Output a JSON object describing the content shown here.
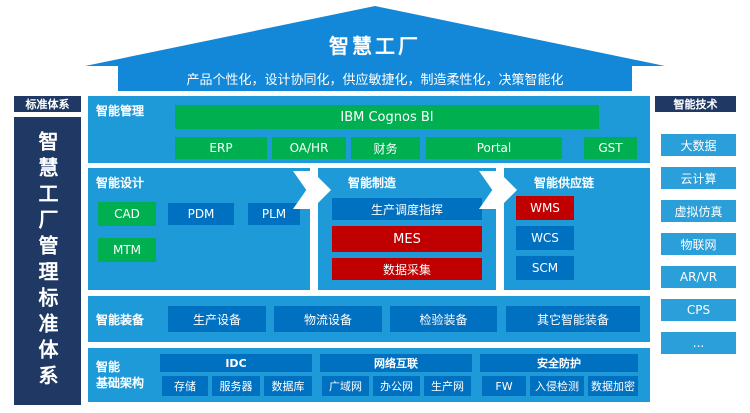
{
  "roof": {
    "title": "智慧工厂",
    "slogan": "产品个性化，设计协同化，供应敏捷化，制造柔性化，决策智能化"
  },
  "left": {
    "header": "标准体系",
    "vertical_text": "智慧工厂管理标准体系"
  },
  "right": {
    "header": "智能技术",
    "items": [
      "大数据",
      "云计算",
      "虚拟仿真",
      "物联网",
      "AR/VR",
      "CPS",
      "..."
    ]
  },
  "management": {
    "label": "智能管理",
    "top_item": "IBM Cognos BI",
    "items": [
      "ERP",
      "OA/HR",
      "财务",
      "Portal",
      "GST"
    ]
  },
  "design": {
    "label": "智能设计",
    "items": [
      {
        "label": "CAD",
        "color": "green"
      },
      {
        "label": "PDM",
        "color": "blue"
      },
      {
        "label": "PLM",
        "color": "blue"
      },
      {
        "label": "MTM",
        "color": "green"
      }
    ]
  },
  "manufacturing": {
    "label": "智能制造",
    "items": [
      {
        "label": "生产调度指挥",
        "color": "blue"
      },
      {
        "label": "MES",
        "color": "red"
      },
      {
        "label": "数据采集",
        "color": "red"
      }
    ]
  },
  "supply": {
    "label": "智能供应链",
    "items": [
      {
        "label": "WMS",
        "color": "red"
      },
      {
        "label": "WCS",
        "color": "blue"
      },
      {
        "label": "SCM",
        "color": "blue"
      }
    ]
  },
  "equipment": {
    "label": "智能装备",
    "items": [
      "生产设备",
      "物流设备",
      "检验装备",
      "其它智能装备"
    ]
  },
  "infrastructure": {
    "label_line1": "智能",
    "label_line2": "基础架构",
    "groups": [
      {
        "header": "IDC",
        "items": [
          "存储",
          "服务器",
          "数据库"
        ]
      },
      {
        "header": "网络互联",
        "items": [
          "广域网",
          "办公网",
          "生产网"
        ]
      },
      {
        "header": "安全防护",
        "items": [
          "FW",
          "入侵检测",
          "数据加密"
        ]
      }
    ]
  },
  "colors": {
    "roof_blue": "#1387d8",
    "panel_blue": "#1e9ad8",
    "navy": "#1f3864",
    "green": "#00b050",
    "red": "#c00000",
    "box_blue": "#0070c0",
    "tech_blue": "#2b9fd9"
  }
}
